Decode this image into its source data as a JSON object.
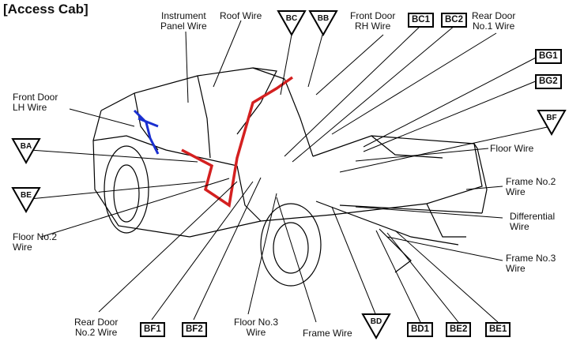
{
  "diagram": {
    "title": "[Access Cab]",
    "labels": {
      "instrument_panel_wire": "Instrument\nPanel Wire",
      "roof_wire": "Roof Wire",
      "front_door_rh_wire": "Front Door\nRH Wire",
      "rear_door_no1_wire": "Rear Door\nNo.1 Wire",
      "front_door_lh_wire": "Front Door\nLH Wire",
      "floor_wire": "Floor Wire",
      "frame_no2_wire": "Frame No.2\nWire",
      "differential_wire": "Differential\nWire",
      "frame_no3_wire": "Frame No.3\nWire",
      "floor_no2_wire": "Floor No.2\nWire",
      "rear_door_no2_wire": "Rear Door\nNo.2 Wire",
      "floor_no3_wire": "Floor No.3\nWire",
      "frame_wire": "Frame Wire"
    },
    "connectors": {
      "bc": "BC",
      "bb": "BB",
      "bc1": "BC1",
      "bc2": "BC2",
      "bg1": "BG1",
      "bg2": "BG2",
      "bf": "BF",
      "ba": "BA",
      "be": "BE",
      "bf1": "BF1",
      "bf2": "BF2",
      "bd": "BD",
      "bd1": "BD1",
      "be2": "BE2",
      "be1": "BE1"
    },
    "colors": {
      "roof_harness": "#d42020",
      "door_harness": "#1a2fd0",
      "line": "#000000"
    }
  }
}
